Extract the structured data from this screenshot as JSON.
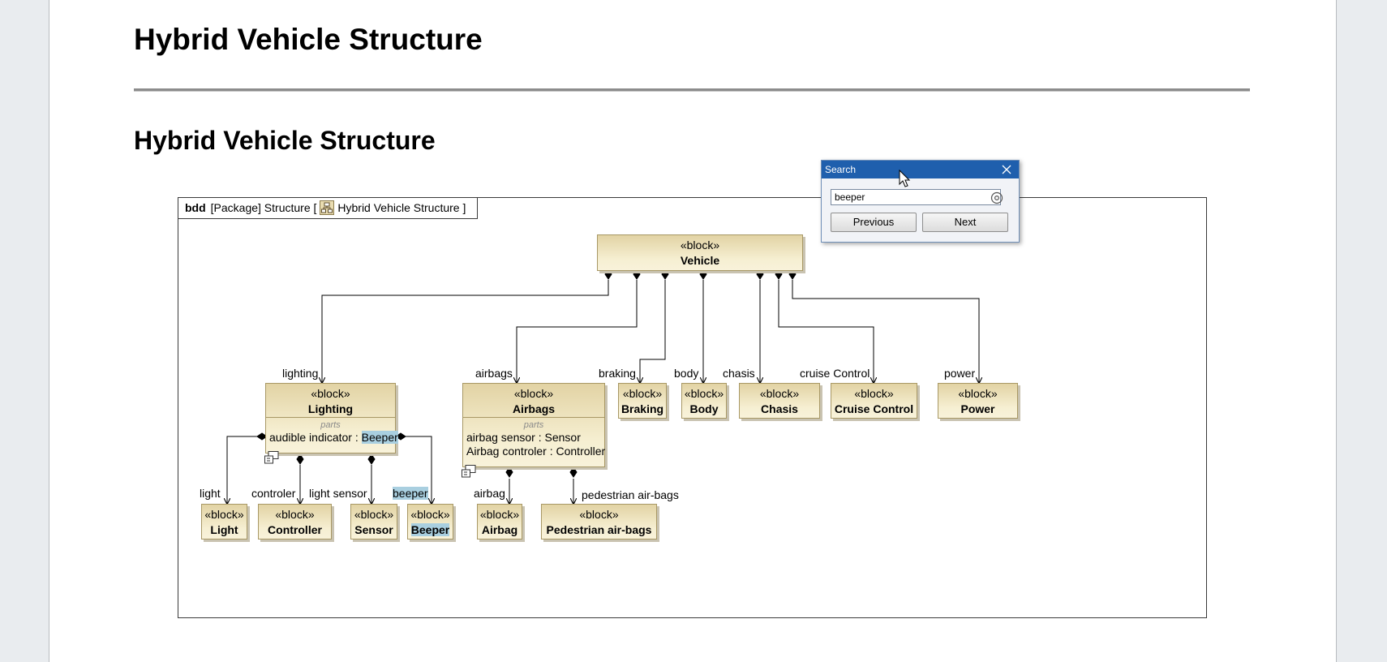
{
  "document": {
    "title": "Hybrid Vehicle Structure",
    "section_heading": "Hybrid Vehicle Structure"
  },
  "diagram": {
    "frame": {
      "kind": "bdd",
      "label": "[Package] Structure [",
      "diagram_name": "Hybrid Vehicle Structure",
      "close": "]"
    },
    "stereotype": "«block»",
    "parts_title": "parts",
    "blocks": {
      "vehicle": "Vehicle",
      "lighting": "Lighting",
      "airbags": "Airbags",
      "braking": "Braking",
      "body": "Body",
      "chasis": "Chasis",
      "cruise_control": "Cruise Control",
      "power": "Power",
      "light": "Light",
      "controller": "Controller",
      "sensor": "Sensor",
      "beeper": "Beeper",
      "airbag": "Airbag",
      "pedestrian_airbags": "Pedestrian air-bags"
    },
    "lighting_parts": [
      {
        "name": "audible indicator",
        "type": "Beeper"
      }
    ],
    "airbags_parts": [
      {
        "name": "airbag sensor",
        "type": "Sensor"
      },
      {
        "name": "Airbag controler",
        "type": "Controller"
      }
    ],
    "roles": {
      "lighting": "lighting",
      "airbags": "airbags",
      "braking": "braking",
      "body": "body",
      "chasis": "chasis",
      "cruise_control": "cruise Control",
      "power": "power",
      "light": "light",
      "controler": "controler",
      "light_sensor": "light sensor",
      "beeper": "beeper",
      "airbag": "airbag",
      "pedestrian_airbags": "pedestrian air-bags"
    },
    "highlight_color": "#a9cfe0"
  },
  "search_dialog": {
    "title": "Search",
    "query": "beeper",
    "previous_label": "Previous",
    "next_label": "Next"
  }
}
